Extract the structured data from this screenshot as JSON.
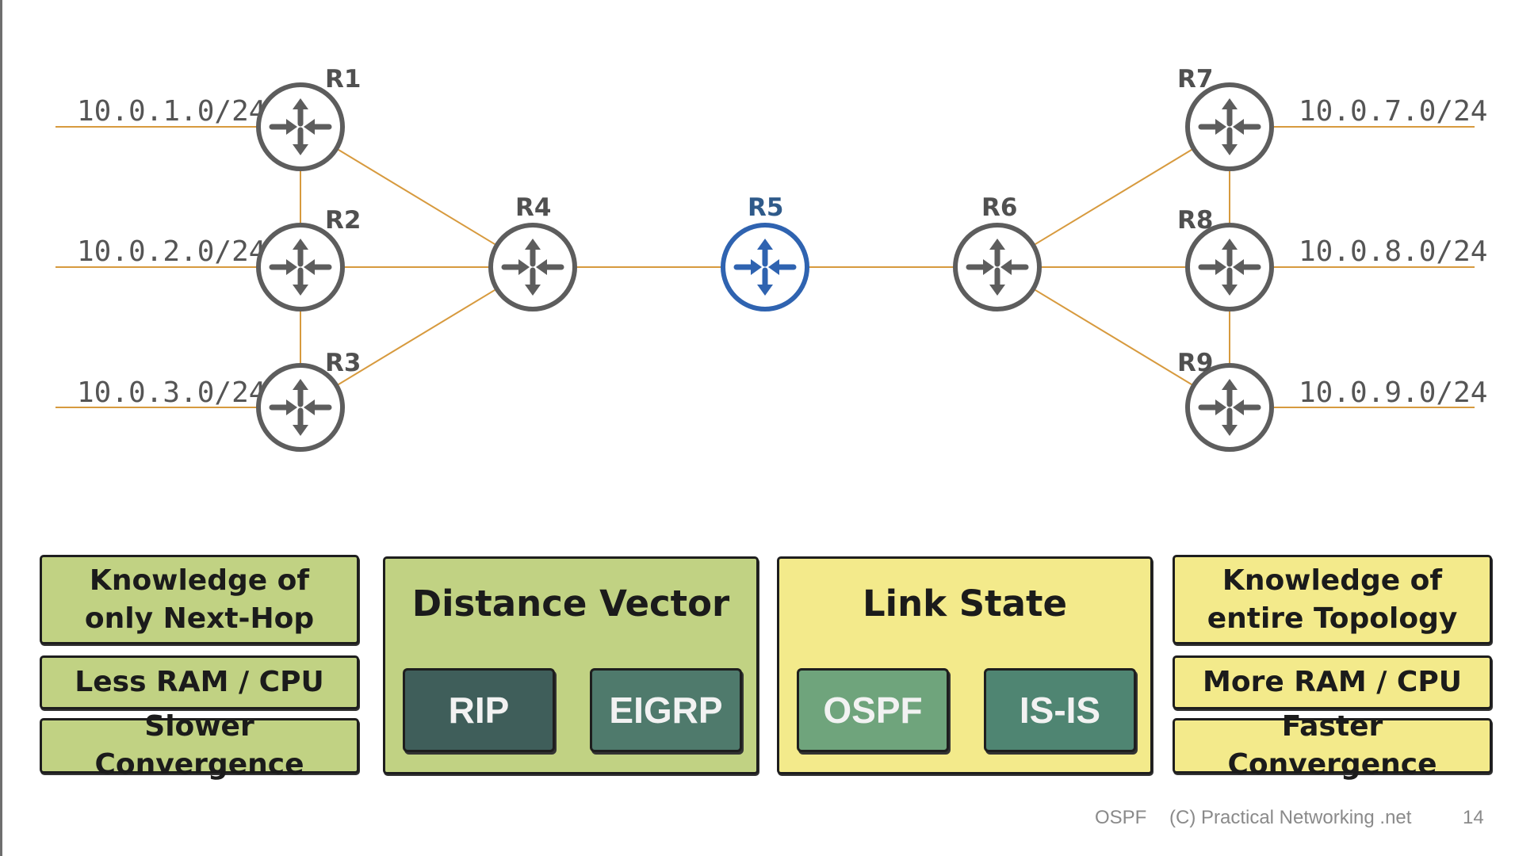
{
  "networks": {
    "r1": "10.0.1.0/24",
    "r2": "10.0.2.0/24",
    "r3": "10.0.3.0/24",
    "r7": "10.0.7.0/24",
    "r8": "10.0.8.0/24",
    "r9": "10.0.9.0/24"
  },
  "routers": [
    "R1",
    "R2",
    "R3",
    "R4",
    "R5",
    "R6",
    "R7",
    "R8",
    "R9"
  ],
  "colors": {
    "link": "#d79a3e",
    "router": "#5d5d5d",
    "router_highlight": "#2f63b0",
    "green_panel": "#c1d283",
    "yellow_panel": "#f3ea8b",
    "rip": "#3f5e5a",
    "eigrp": "#4f7a6c",
    "ospf": "#6fa47c",
    "isis": "#4f8572"
  },
  "left": {
    "knowledge": "Knowledge of only Next-Hop",
    "resources": "Less RAM / CPU",
    "convergence": "Slower Convergence"
  },
  "distance_vector": {
    "title": "Distance Vector",
    "protocols": [
      "RIP",
      "EIGRP"
    ]
  },
  "link_state": {
    "title": "Link State",
    "protocols": [
      "OSPF",
      "IS-IS"
    ]
  },
  "right": {
    "knowledge": "Knowledge of entire Topology",
    "resources": "More RAM / CPU",
    "convergence": "Faster Convergence"
  },
  "footer": {
    "topic": "OSPF",
    "copyright": "(C) Practical Networking .net",
    "page": "14"
  }
}
